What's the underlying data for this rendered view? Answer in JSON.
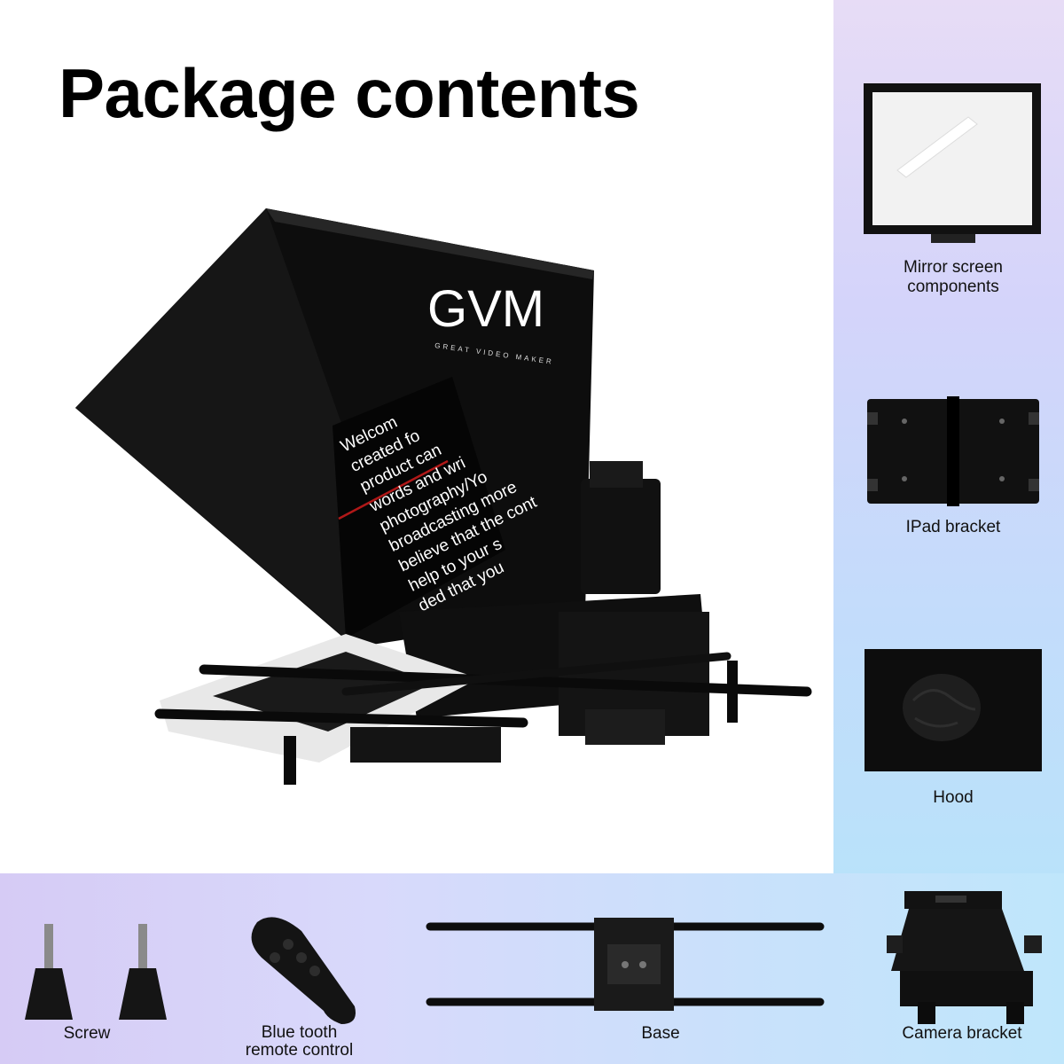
{
  "title": "Package contents",
  "brand": {
    "logo": "GVM",
    "tagline": "GREAT VIDEO MAKER"
  },
  "teleprompter_screen_text": [
    "Welcom",
    "created fo",
    "product can",
    "words and wri",
    "photography/Yo",
    "broadcasting more",
    "believe that the cont",
    "help to your s",
    "ded that you"
  ],
  "components": [
    {
      "id": "mirror",
      "label_lines": [
        "Mirror screen",
        "components"
      ]
    },
    {
      "id": "ipad",
      "label_lines": [
        "IPad bracket"
      ]
    },
    {
      "id": "hood",
      "label_lines": [
        "Hood"
      ]
    },
    {
      "id": "screw",
      "label_lines": [
        "Screw"
      ]
    },
    {
      "id": "remote",
      "label_lines": [
        "Blue tooth",
        "remote control"
      ]
    },
    {
      "id": "base",
      "label_lines": [
        "Base"
      ]
    },
    {
      "id": "camera",
      "label_lines": [
        "Camera bracket"
      ]
    }
  ],
  "colors": {
    "product": "#0c0c0c",
    "panel_purple": "#d6cbf5",
    "panel_blue": "#bfe6fb"
  }
}
